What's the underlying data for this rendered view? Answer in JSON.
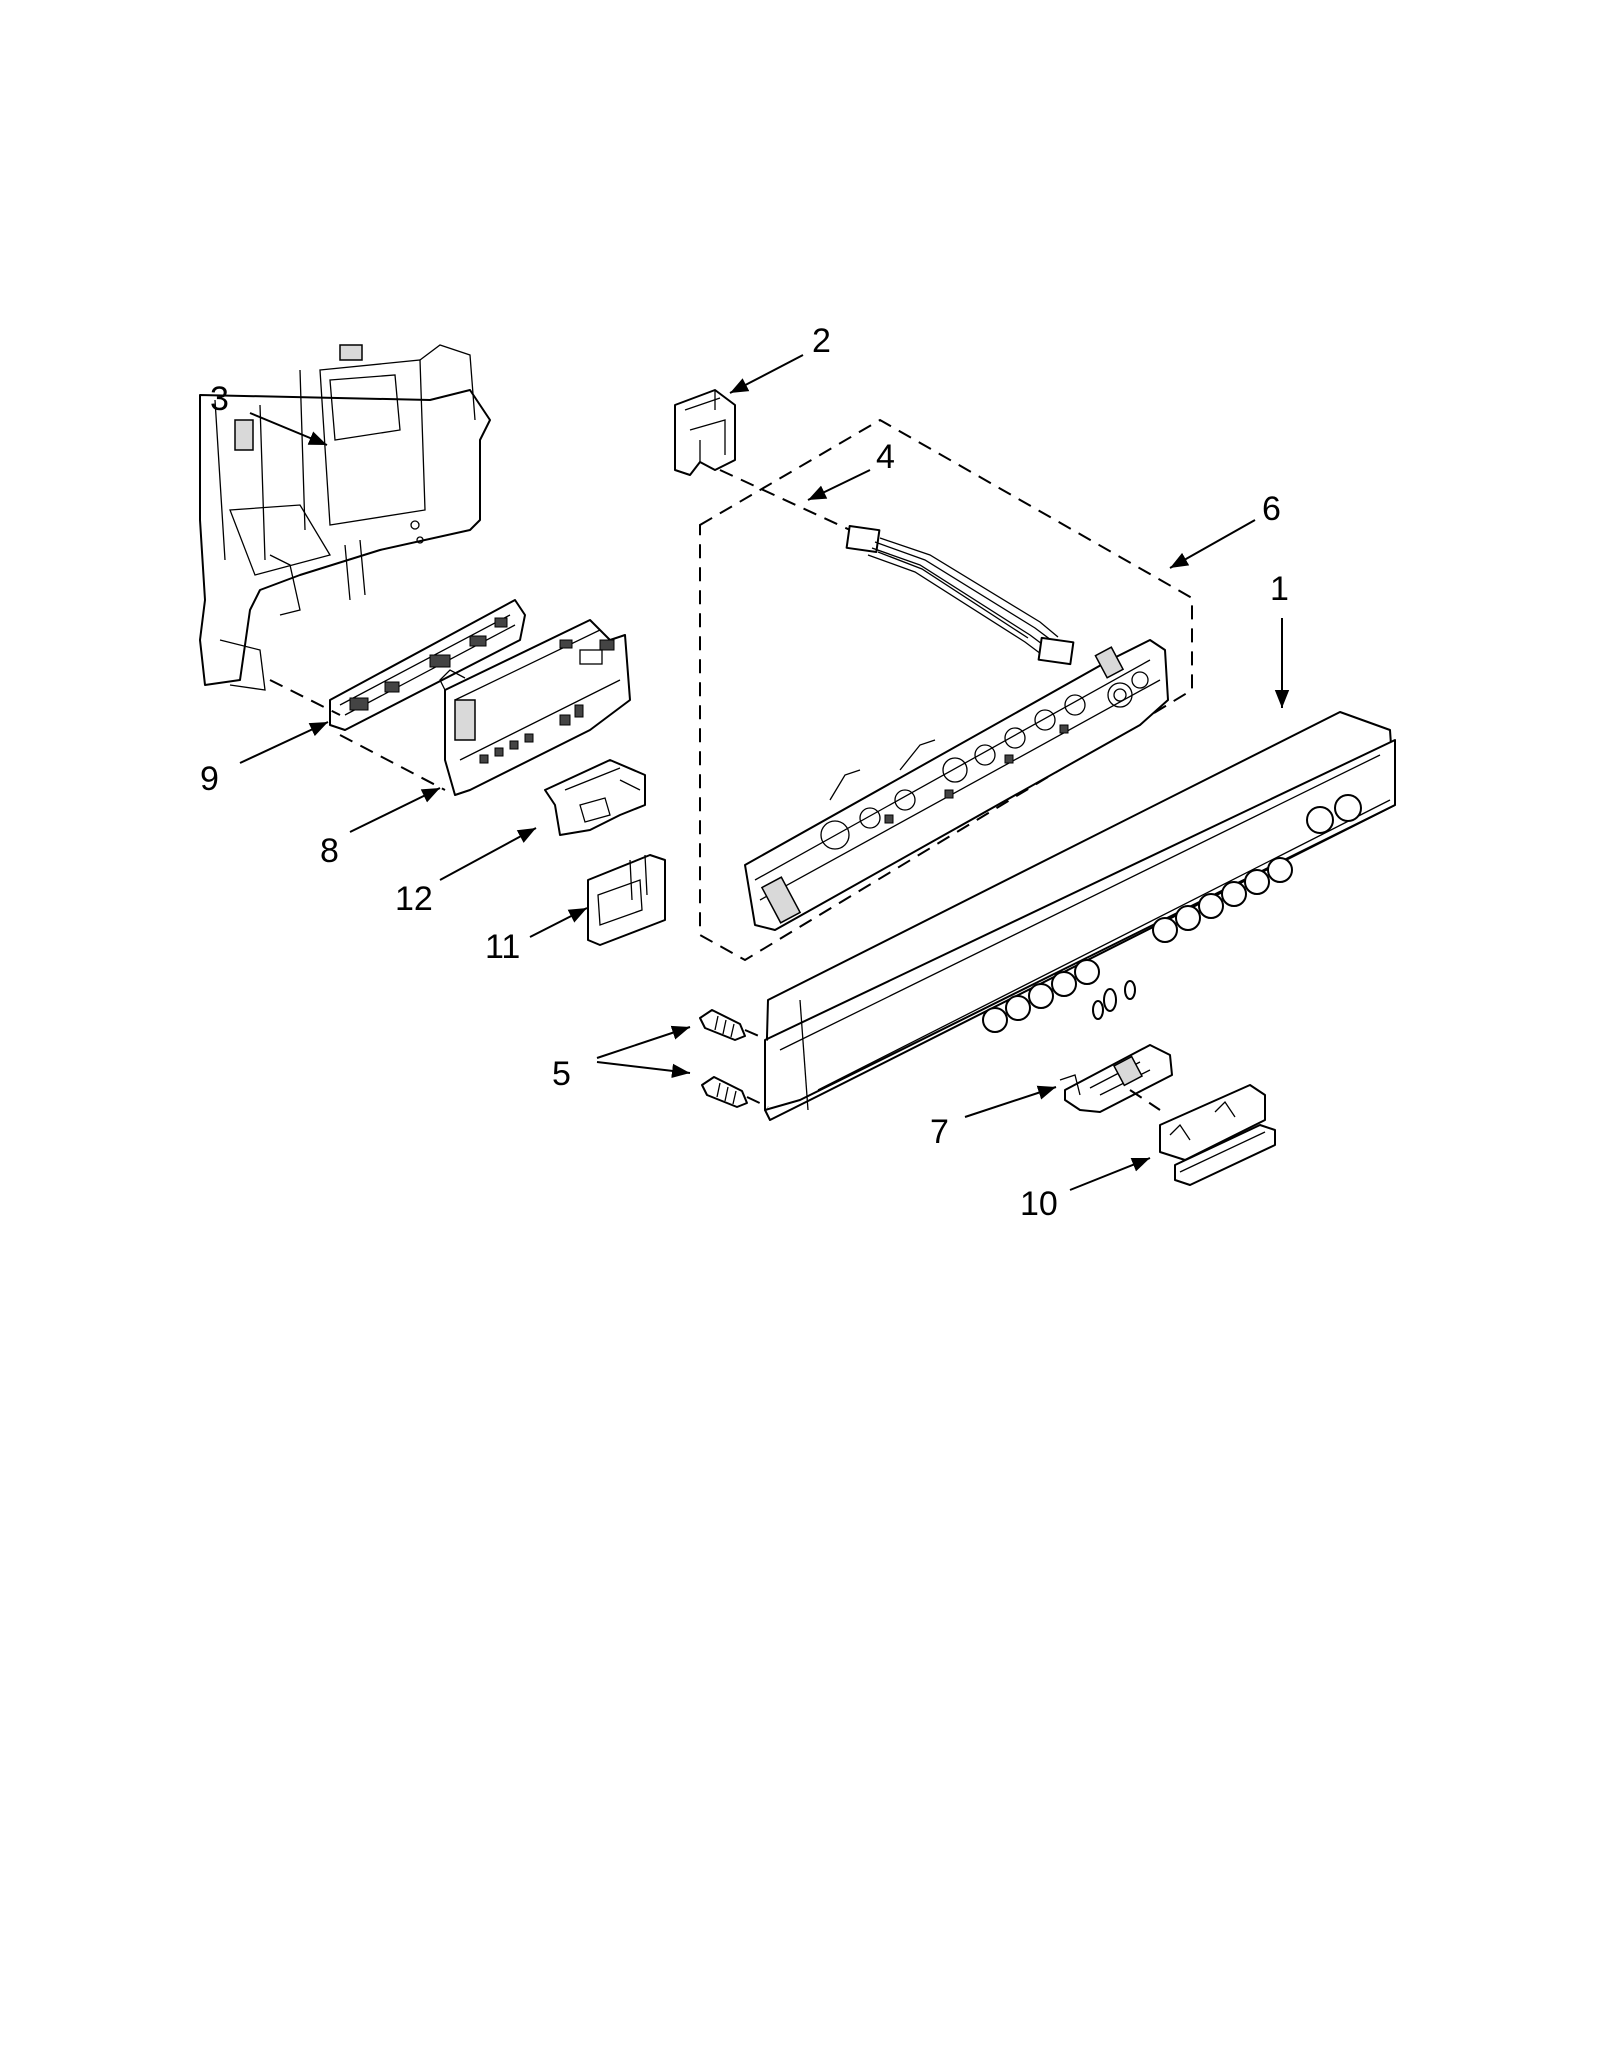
{
  "callouts": [
    {
      "id": "1",
      "label": "1"
    },
    {
      "id": "2",
      "label": "2"
    },
    {
      "id": "3",
      "label": "3"
    },
    {
      "id": "4",
      "label": "4"
    },
    {
      "id": "5",
      "label": "5"
    },
    {
      "id": "6",
      "label": "6"
    },
    {
      "id": "7",
      "label": "7"
    },
    {
      "id": "8",
      "label": "8"
    },
    {
      "id": "9",
      "label": "9"
    },
    {
      "id": "10",
      "label": "10"
    },
    {
      "id": "11",
      "label": "11"
    },
    {
      "id": "12",
      "label": "12"
    }
  ],
  "colors": {
    "ink": "#000000",
    "background": "#ffffff"
  }
}
